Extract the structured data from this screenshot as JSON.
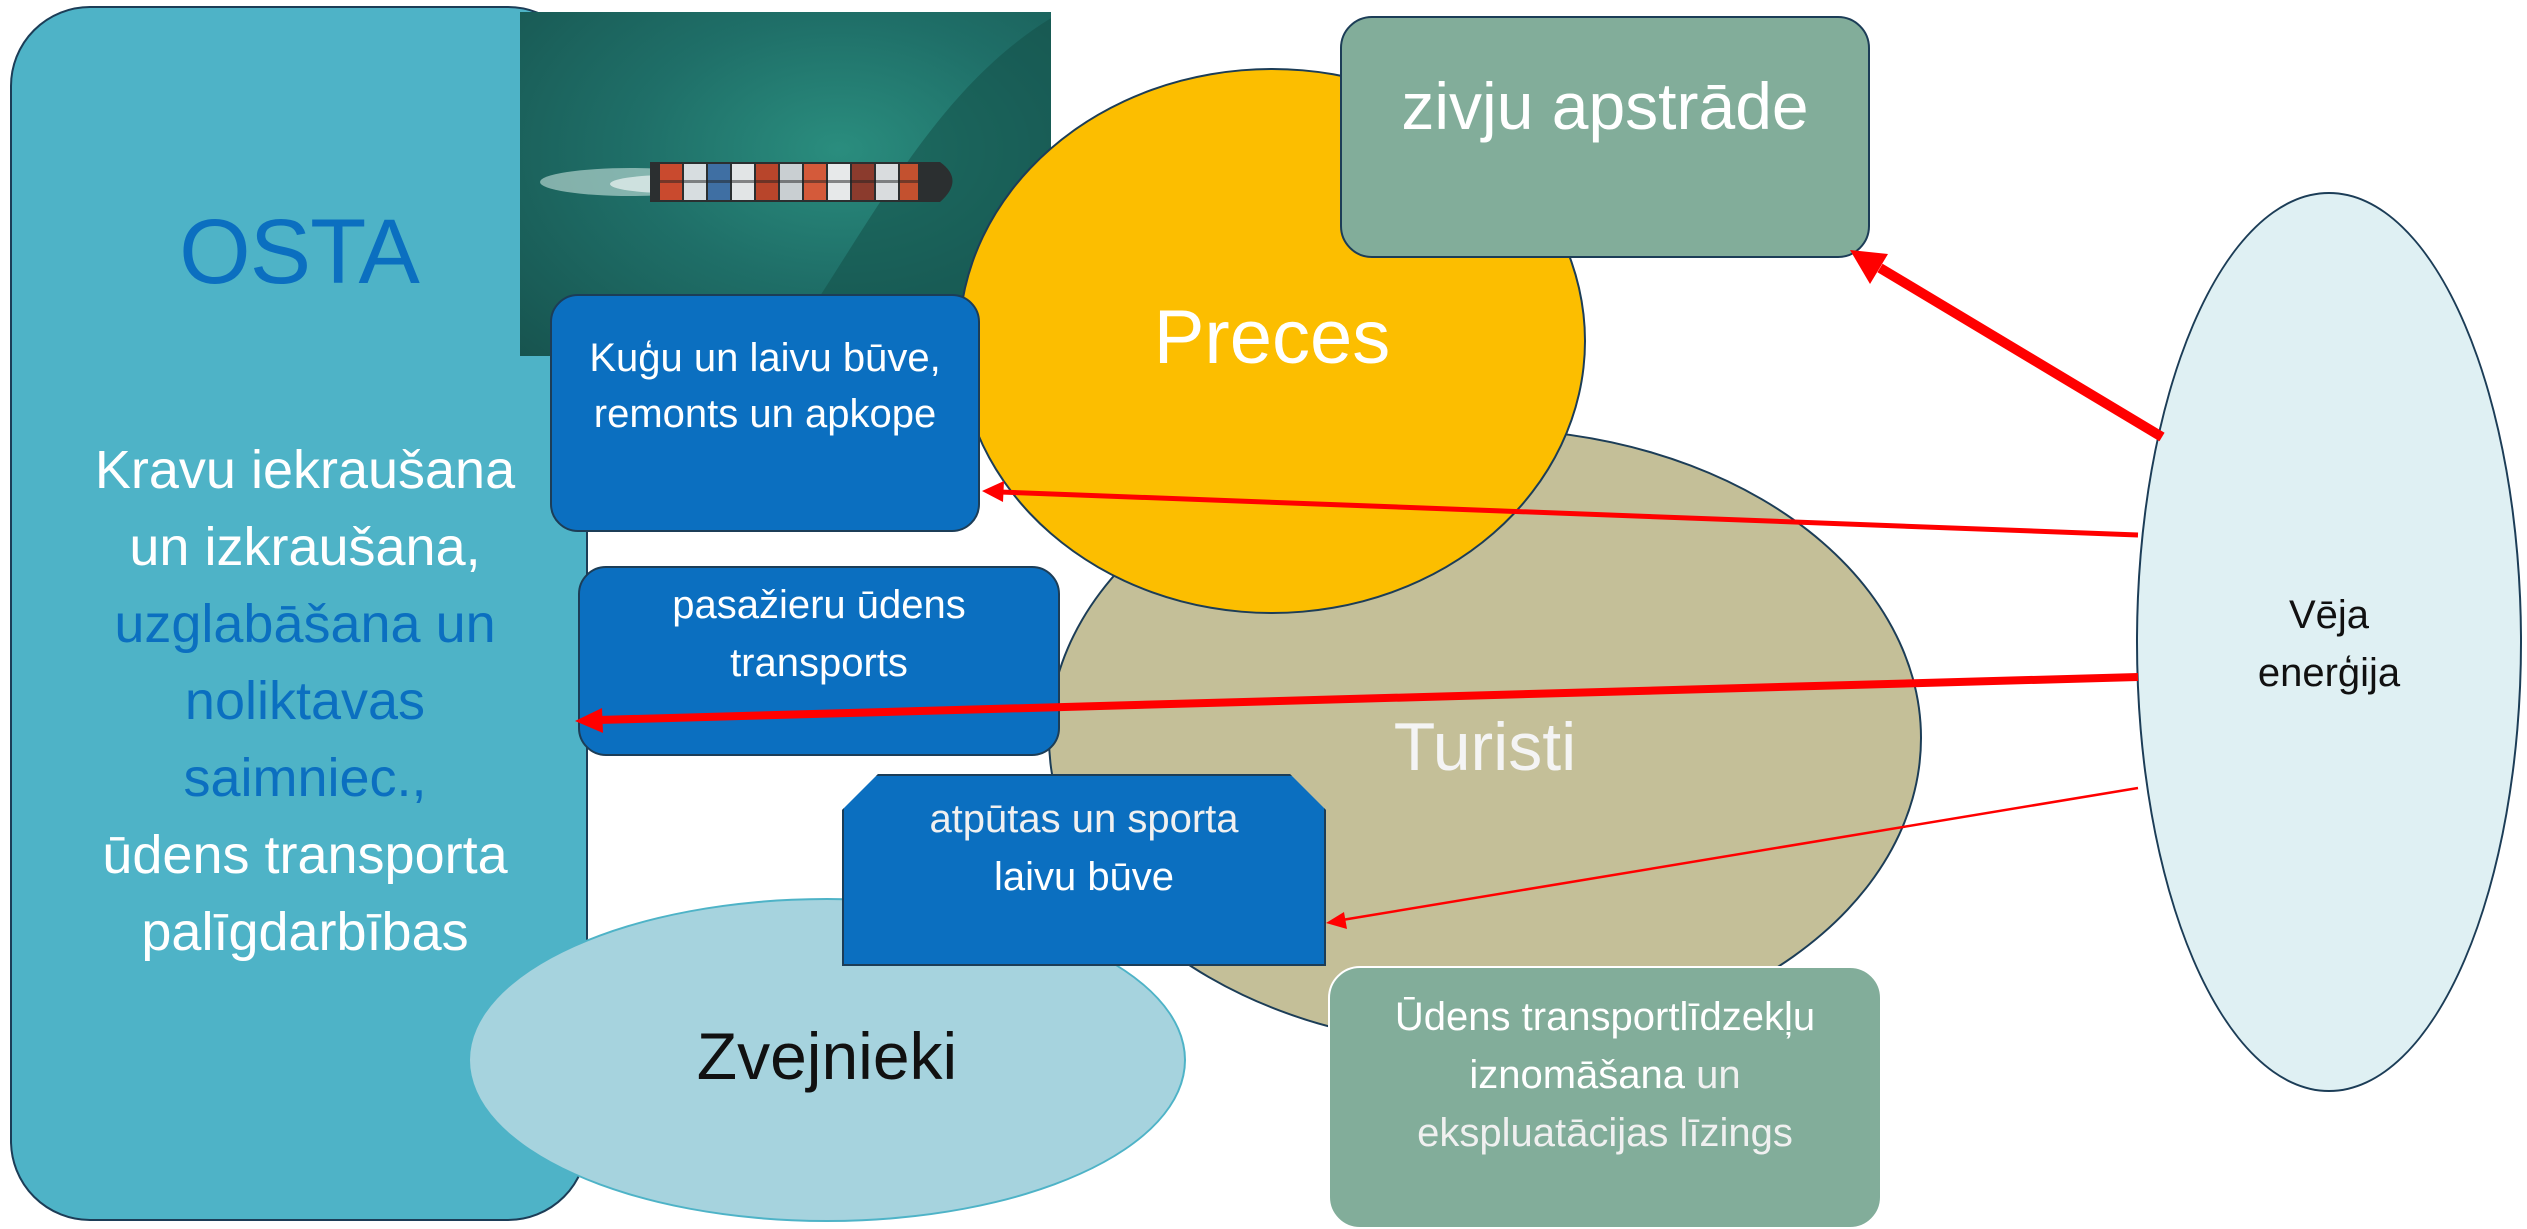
{
  "osta": {
    "title": "OSTA",
    "line1": "Kravu iekraušana",
    "line2": "un izkraušana,",
    "line3": "uzglabāšana un",
    "line4": "noliktavas",
    "line5": "saimniec.,",
    "line6": "ūdens transporta",
    "line7": "palīgdarbības"
  },
  "preces": {
    "label": "Preces"
  },
  "turisti": {
    "label": "Turisti"
  },
  "zvejnieki": {
    "label": "Zvejnieki"
  },
  "veja": {
    "line1": "Vēja",
    "line2": "enerģija"
  },
  "zivju": {
    "label": "zivju apstrāde"
  },
  "kugu": {
    "line1": "Kuģu un laivu būve,",
    "line2": "remonts un apkope"
  },
  "pasaz": {
    "line1": "pasažieru ūdens",
    "line2": "transports"
  },
  "atputas": {
    "line1": "atpūtas un sporta",
    "line2": "laivu būve"
  },
  "udens": {
    "line1": "Ūdens transportlīdzekļu",
    "line2a": "iznomāšana",
    "line2b": " un",
    "line3": "ekspluatācijas līzings"
  },
  "colors": {
    "osta": "#4eb3c7",
    "preces": "#fcbe00",
    "turisti": "#c4bf98",
    "zvejnieki": "#a6d3de",
    "veja": "#dff0f3",
    "blue_box": "#0b6fc0",
    "green_box": "#82ad9a",
    "arrow": "#ff0000"
  },
  "photo": {
    "subject": "container-ship-aerial"
  }
}
